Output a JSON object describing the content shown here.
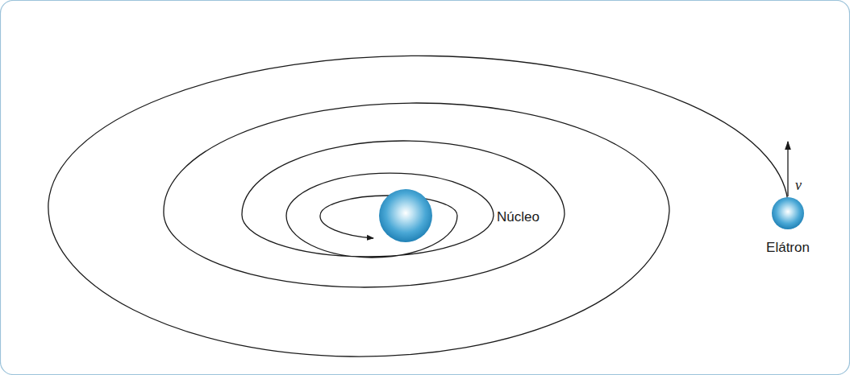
{
  "diagram": {
    "nodes": [
      {
        "text": [
          "Núcleo"
        ]
      },
      {
        "text": [
          "Elátron"
        ]
      }
    ],
    "labels": [
      "v"
    ]
  }
}
